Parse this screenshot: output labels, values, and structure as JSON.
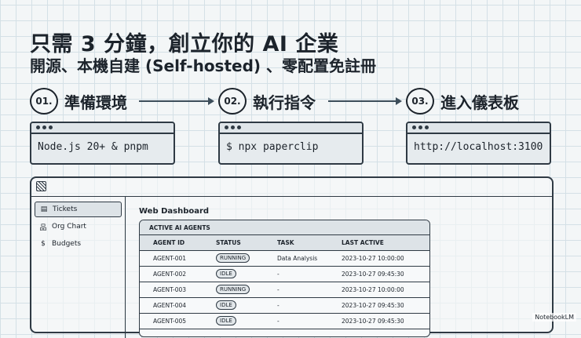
{
  "title": "只需 3 分鐘，創立你的 AI 企業",
  "subtitle": "開源、本機自建 (Self-hosted) 、零配置免註冊",
  "steps": [
    {
      "number": "01.",
      "label": "準備環境",
      "command": "Node.js 20+ & pnpm"
    },
    {
      "number": "02.",
      "label": "執行指令",
      "command": "$ npx paperclip"
    },
    {
      "number": "03.",
      "label": "進入儀表板",
      "command": "http://localhost:3100"
    }
  ],
  "dashboard": {
    "sidebar": [
      {
        "label": "Tickets",
        "icon": "ticket-icon"
      },
      {
        "label": "Org Chart",
        "icon": "org-chart-icon"
      },
      {
        "label": "Budgets",
        "icon": "dollar-icon"
      }
    ],
    "title": "Web Dashboard",
    "panel_title": "ACTIVE AI AGENTS",
    "columns": [
      "AGENT ID",
      "STATUS",
      "TASK",
      "LAST ACTIVE"
    ],
    "rows": [
      [
        "AGENT-001",
        "RUNNING",
        "Data Analysis",
        "2023-10-27 10:00:00"
      ],
      [
        "AGENT-002",
        "IDLE",
        "-",
        "2023-10-27 09:45:30"
      ],
      [
        "AGENT-003",
        "RUNNING",
        "-",
        "2023-10-27 10:00:00"
      ],
      [
        "AGENT-004",
        "IDLE",
        "-",
        "2023-10-27 09:45:30"
      ],
      [
        "AGENT-005",
        "IDLE",
        "-",
        "2023-10-27 09:45:30"
      ]
    ]
  },
  "brand": "NotebookLM"
}
